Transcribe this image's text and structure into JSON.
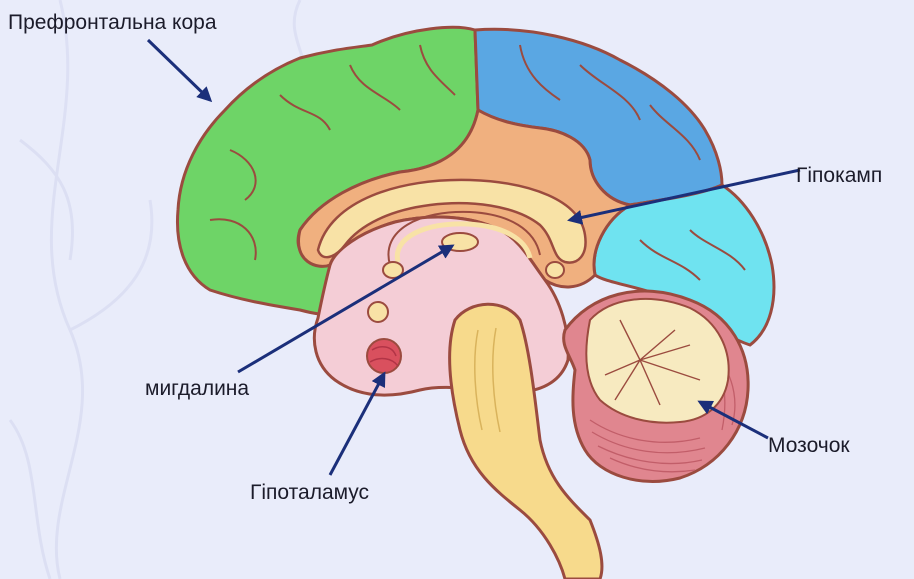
{
  "labels": {
    "prefrontal_cortex": "Префронтальна кора",
    "hippocampus": "Гіпокамп",
    "amygdala": "мигдалина",
    "hypothalamus": "Гіпоталамус",
    "cerebellum": "Мозочок"
  },
  "colors": {
    "background": "#e9ecfa",
    "prefrontal": "#6ed467",
    "parietal": "#5aa7e3",
    "occipital": "#6fe3f0",
    "cingulate": "#f0b07f",
    "inner": "#f4cdd6",
    "corpus_callosum": "#f8e2a6",
    "cerebellum_outer": "#e0868f",
    "cerebellum_inner": "#f7eac0",
    "hypothalamus": "#d9505e",
    "brainstem": "#f7da8c",
    "outline": "#9b4b3f",
    "arrow": "#1b2f7a"
  }
}
